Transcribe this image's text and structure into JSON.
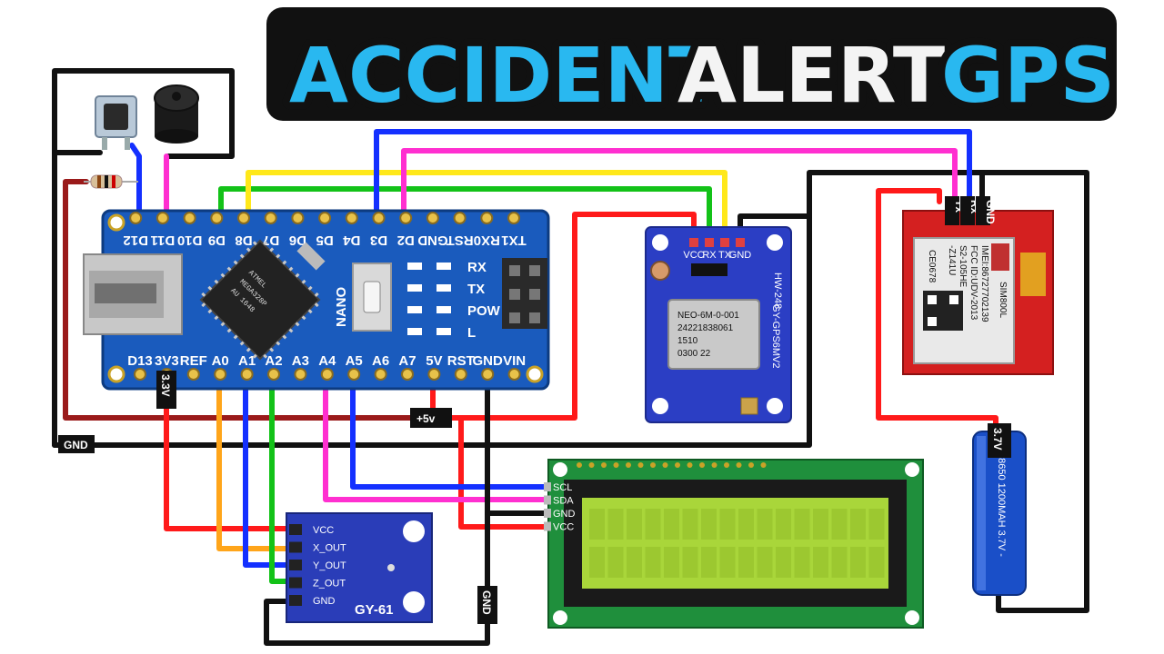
{
  "title": {
    "word1": "ACCIDENT",
    "word2": "ALERT",
    "word3": "GPS",
    "colors": {
      "word1": "#29b8f0",
      "word2": "#f4f4f4",
      "word3": "#29b8f0"
    }
  },
  "arduino": {
    "top_pins": [
      "TX1",
      "RX0",
      "RST",
      "GND",
      "D2",
      "D3",
      "D4",
      "D5",
      "D6",
      "D7",
      "D8",
      "D9",
      "D10",
      "D11",
      "D12"
    ],
    "bottom_pins": [
      "D13",
      "3V3",
      "REF",
      "A0",
      "A1",
      "A2",
      "A3",
      "A4",
      "A5",
      "A6",
      "A7",
      "5V",
      "RST",
      "GND",
      "VIN"
    ],
    "board_label": "NANO",
    "led_labels": [
      "RX",
      "TX",
      "POW",
      "L"
    ],
    "chip_text": [
      "ATMEL",
      "MEGA328P",
      "AU 1648"
    ]
  },
  "gps": {
    "pins": [
      "VCC",
      "RX",
      "TX",
      "GND"
    ],
    "board_name": "GY-GPS6MV2",
    "side_code": "HW-248",
    "module_lines": [
      "NEO-6M-0-001",
      "24221838061",
      "1510",
      "0300 22"
    ]
  },
  "gsm": {
    "pins": [
      "Tx",
      "Rx",
      "GND"
    ],
    "module_name": "SIM800L",
    "module_lines": [
      "IMEI:86727702139",
      "FCC ID:UDV-2013",
      "S2-105HE",
      "-Z141U"
    ],
    "ce_mark": "CE0678"
  },
  "accel": {
    "pins": [
      "VCC",
      "X_OUT",
      "Y_OUT",
      "Z_OUT",
      "GND"
    ],
    "board_name": "GY-61"
  },
  "lcd": {
    "pins": [
      "SCL",
      "SDA",
      "GND",
      "VCC"
    ]
  },
  "battery": {
    "label": "18650 1200MAH 3.7V -",
    "voltage_tag": "3.7V"
  },
  "tags": {
    "gnd_left": "GND",
    "v33": "3.3V",
    "v5": "+5v",
    "gnd_bottom": "GND"
  },
  "wire_colors": {
    "black": "#111111",
    "red": "#ff1a1a",
    "blue": "#1430ff",
    "magenta": "#ff2fd0",
    "green": "#13c218",
    "yellow": "#ffe81a",
    "orange": "#ffa51a",
    "darkred": "#9a1a1a"
  }
}
